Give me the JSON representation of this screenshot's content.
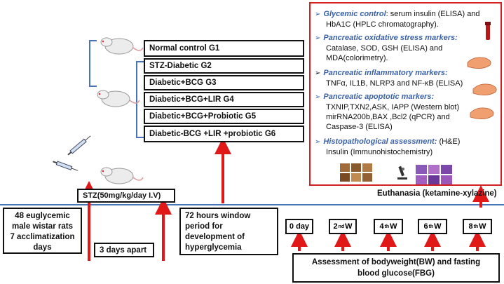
{
  "groups": [
    {
      "label": "Normal control G1"
    },
    {
      "label": "STZ-Diabetic G2"
    },
    {
      "label": "Diabetic+BCG G3"
    },
    {
      "label": "Diabetic+BCG+LIR G4"
    },
    {
      "label": "Diabetic+BCG+Probiotic G5"
    },
    {
      "label": "Diabetic-BCG +LIR +probiotic G6"
    }
  ],
  "stz": "STZ(50mg/kg/day I.V)",
  "rats": [
    "48 euglycemic",
    "male wistar rats",
    "7 acclimatization",
    "days"
  ],
  "apart": "3 days apart",
  "window": [
    "72 hours window",
    "period for",
    "development of",
    "hyperglycemia"
  ],
  "euthanasia": "Euthanasia (ketamine-xylazine)",
  "weeks": [
    {
      "num": "0 day",
      "sup": "",
      "unit": ""
    },
    {
      "num": "2",
      "sup": "nd",
      "unit": "W"
    },
    {
      "num": "4",
      "sup": "th",
      "unit": "W"
    },
    {
      "num": "6",
      "sup": "th",
      "unit": "W"
    },
    {
      "num": "8",
      "sup": "th",
      "unit": "W"
    }
  ],
  "assessment": [
    "Assessment of bodyweight(BW) and fasting",
    "blood glucose(FBG)"
  ],
  "panel": [
    {
      "head": "Glycemic control",
      "tail": ": serum insulin (ELISA)  and",
      "lines": [
        "HbA1C (HPLC chromatography)."
      ]
    },
    {
      "head": "Pancreatic oxidative stress markers:",
      "tail": "",
      "lines": [
        "Catalase, SOD, GSH (ELISA) and",
        "MDA(colorimetry)."
      ]
    },
    {
      "head": "Pancreatic inflammatory markers:",
      "tail": "",
      "lines": [
        "TNFα, IL1B, NLRP3 and  NF-κB (ELISA)"
      ]
    },
    {
      "head": "Pancreatic apoptotic markers:",
      "tail": "",
      "lines": [
        "TXNIP,TXN2,ASK, IAPP (Western blot)",
        "mirRNA200b,BAX ,Bcl2 (qPCR) and",
        "Caspase-3 (ELISA)"
      ]
    },
    {
      "head": "Histopathological assessment:",
      "tail": " (H&E)",
      "lines": [
        "Insulin (Immunohistochemistry)"
      ]
    }
  ],
  "colors": {
    "arrow": "#e01818",
    "timeline": "#4a74b8",
    "bracket": "#4a74b8",
    "panel_border": "#d42020",
    "heading": "#3a62a8"
  }
}
